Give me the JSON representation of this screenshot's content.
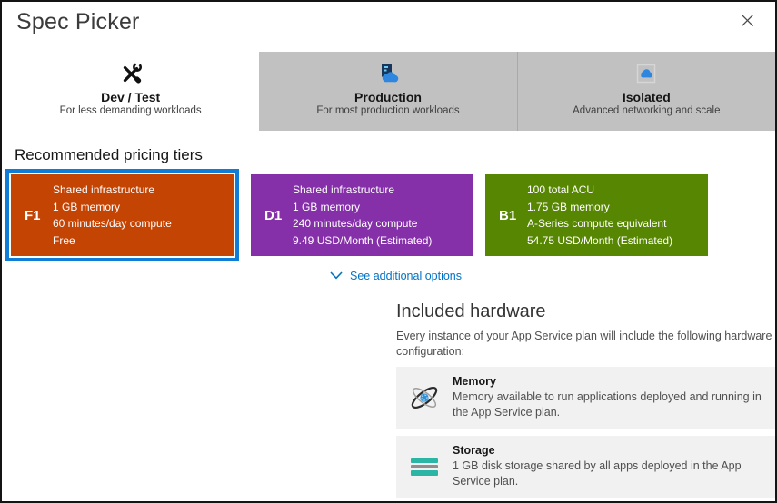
{
  "window": {
    "title": "Spec Picker",
    "close_icon": "close-icon"
  },
  "tabs": [
    {
      "label": "Dev / Test",
      "subtitle": "For less demanding workloads",
      "selected": true,
      "icon": "crossed-tools-icon"
    },
    {
      "label": "Production",
      "subtitle": "For most production workloads",
      "selected": false,
      "icon": "server-cloud-icon"
    },
    {
      "label": "Isolated",
      "subtitle": "Advanced networking and scale",
      "selected": false,
      "icon": "boxed-cloud-icon"
    }
  ],
  "pricing": {
    "heading": "Recommended pricing tiers",
    "selection_color": "#0f7cd6",
    "tiers": [
      {
        "code": "F1",
        "color": "#c44404",
        "selected": true,
        "lines": [
          "Shared infrastructure",
          "1 GB memory",
          "60 minutes/day compute",
          "Free"
        ]
      },
      {
        "code": "D1",
        "color": "#8530a8",
        "selected": false,
        "lines": [
          "Shared infrastructure",
          "1 GB memory",
          "240 minutes/day compute",
          "9.49 USD/Month (Estimated)"
        ]
      },
      {
        "code": "B1",
        "color": "#578603",
        "selected": false,
        "lines": [
          "100 total ACU",
          "1.75 GB memory",
          "A-Series compute equivalent",
          "54.75 USD/Month (Estimated)"
        ]
      }
    ],
    "more_link": "See additional options",
    "link_color": "#0072c6"
  },
  "hardware": {
    "heading": "Included hardware",
    "intro": "Every instance of your App Service plan will include the following hardware configuration:",
    "items": [
      {
        "title": "Memory",
        "icon": "atom-icon",
        "description": "Memory available to run applications deployed and running in the App Service plan."
      },
      {
        "title": "Storage",
        "icon": "disk-stack-icon",
        "description": "1 GB disk storage shared by all apps deployed in the App Service plan."
      }
    ]
  }
}
